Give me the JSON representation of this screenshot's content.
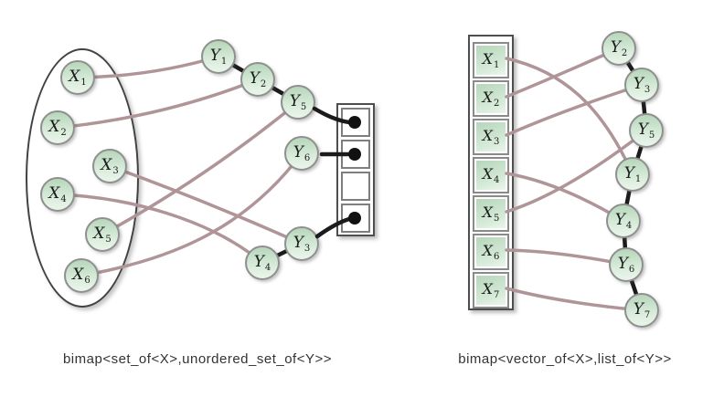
{
  "left_diagram": {
    "caption": "bimap<set_of<X>,unordered_set_of<Y>>",
    "structure_x": "set_of<X>",
    "structure_y": "unordered_set_of<Y>",
    "x_set": [
      {
        "base": "X",
        "sub": "1"
      },
      {
        "base": "X",
        "sub": "2"
      },
      {
        "base": "X",
        "sub": "3"
      },
      {
        "base": "X",
        "sub": "4"
      },
      {
        "base": "X",
        "sub": "5"
      },
      {
        "base": "X",
        "sub": "6"
      }
    ],
    "y_nodes": [
      {
        "base": "Y",
        "sub": "1"
      },
      {
        "base": "Y",
        "sub": "2"
      },
      {
        "base": "Y",
        "sub": "5"
      },
      {
        "base": "Y",
        "sub": "6"
      },
      {
        "base": "Y",
        "sub": "3"
      },
      {
        "base": "Y",
        "sub": "4"
      }
    ],
    "y_chains": [
      [
        "Y1",
        "Y2",
        "Y5"
      ],
      [
        "Y4",
        "Y3"
      ]
    ],
    "bucket_cell_count": 4,
    "occupied_bucket_cells": [
      1,
      2,
      4
    ],
    "bucket_links": [
      "Y5-bucket1",
      "Y6-bucket2",
      "Y3-bucket4"
    ],
    "relations": [
      "X1-Y1",
      "X2-Y2",
      "X3-Y3",
      "X4-Y4",
      "X5-Y5",
      "X6-Y6"
    ]
  },
  "right_diagram": {
    "caption": "bimap<vector_of<X>,list_of<Y>>",
    "structure_x": "vector_of<X>",
    "structure_y": "list_of<Y>",
    "x_vector": [
      {
        "base": "X",
        "sub": "1"
      },
      {
        "base": "X",
        "sub": "2"
      },
      {
        "base": "X",
        "sub": "3"
      },
      {
        "base": "X",
        "sub": "4"
      },
      {
        "base": "X",
        "sub": "5"
      },
      {
        "base": "X",
        "sub": "6"
      },
      {
        "base": "X",
        "sub": "7"
      }
    ],
    "y_list_order": [
      {
        "base": "Y",
        "sub": "2"
      },
      {
        "base": "Y",
        "sub": "3"
      },
      {
        "base": "Y",
        "sub": "5"
      },
      {
        "base": "Y",
        "sub": "1"
      },
      {
        "base": "Y",
        "sub": "4"
      },
      {
        "base": "Y",
        "sub": "6"
      },
      {
        "base": "Y",
        "sub": "7"
      }
    ],
    "relations": [
      "X1-Y1",
      "X2-Y2",
      "X3-Y3",
      "X4-Y4",
      "X5-Y5",
      "X6-Y6",
      "X7-Y7"
    ]
  },
  "colors": {
    "relation_edge": "#b09598",
    "linked_structure_edge": "#1b1b1b",
    "node_border": "#8f8f8f",
    "node_fill_top": "#b6d6ba",
    "node_fill_bottom": "#ebf5eb",
    "container_border": "#4e4e4e",
    "caption_text": "#333333",
    "background": "#ffffff"
  }
}
